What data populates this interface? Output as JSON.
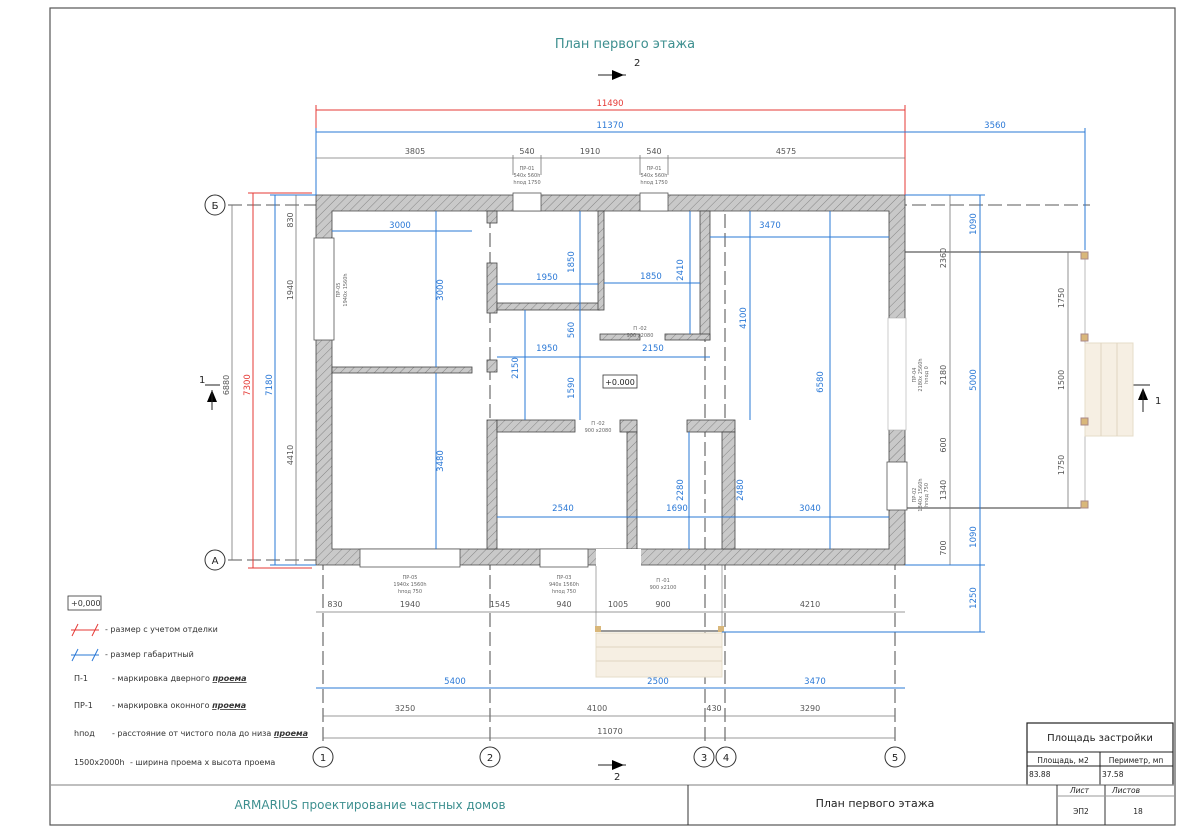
{
  "title": "План первого этажа",
  "section_marks": {
    "top": "2",
    "bottom": "2",
    "left": "1",
    "right": "1"
  },
  "axes": {
    "rows": [
      "Б",
      "А"
    ],
    "cols": [
      "1",
      "2",
      "3",
      "4",
      "5"
    ]
  },
  "dims_top": {
    "finish_total": "11490",
    "overall_total": "11370",
    "segments": [
      "3805",
      "540",
      "1910",
      "540",
      "4575"
    ],
    "porch": "3560"
  },
  "dims_left": {
    "axis_total": "6880",
    "finish_total": "7300",
    "overall_total": "7180",
    "segments": [
      "830",
      "1940",
      "4410"
    ]
  },
  "dims_right": {
    "blue": [
      "1090",
      "5000",
      "1090",
      "1250"
    ],
    "gray": [
      "2360",
      "2180",
      "600",
      "1340",
      "700"
    ],
    "porch": [
      "1750",
      "1500",
      "1750"
    ]
  },
  "dims_bottom": {
    "openings": [
      "830",
      "1940",
      "1545",
      "940",
      "1005",
      "900",
      "4210"
    ],
    "blue": [
      "5400",
      "2500",
      "3470"
    ],
    "axes": [
      "3250",
      "4100",
      "430",
      "3290"
    ],
    "total": "11070"
  },
  "room_dims": [
    "3000",
    "3000",
    "3480",
    "1950",
    "1850",
    "1850",
    "2410",
    "560",
    "1950",
    "2150",
    "2150",
    "1590",
    "4100",
    "6580",
    "3470",
    "2540",
    "1690",
    "2280",
    "2480",
    "3040"
  ],
  "elevation": "+0.000",
  "openings": {
    "pr01_a": [
      "ПР-01",
      "540x 560h",
      "hпод 1750"
    ],
    "pr01_b": [
      "ПР-01",
      "540x 560h",
      "hпод 1750"
    ],
    "pr05_bottom": [
      "ПР-05",
      "1940x 1560h",
      "hпод 750"
    ],
    "pr03": [
      "ПР-03",
      "940x 1560h",
      "hпод 750"
    ],
    "p01": [
      "П -01",
      "900 x2100"
    ],
    "p02_a": [
      "П -02",
      "900 x2080"
    ],
    "p02_b": [
      "П -02",
      "900 x2080"
    ],
    "pr05_left": [
      "ПР-05",
      "1940x 1560h"
    ],
    "pr04": [
      "ПР-04",
      "2180x 2560h",
      "hпод 0"
    ],
    "pr02": [
      "ПР-02",
      "1340x 1560h",
      "hпод 750"
    ]
  },
  "legend": {
    "elevation_sample": "+0,000",
    "items": [
      {
        "key": "",
        "text": "- размер с учетом отделки",
        "color": "#e53935"
      },
      {
        "key": "",
        "text": "- размер габаритный",
        "color": "#2a78d6"
      },
      {
        "key": "П-1",
        "text": "- маркировка дверного ",
        "em": "проема"
      },
      {
        "key": "ПР-1",
        "text": "- маркировка оконного ",
        "em": "проема"
      },
      {
        "key": "hпод",
        "text": "- расстояние от чистого пола до низа ",
        "em": "проема"
      },
      {
        "key": "1500x2000h",
        "text": "- ширина проема x высота проема"
      }
    ]
  },
  "area_table": {
    "title": "Площадь застройки",
    "area_label": "Площадь, м2",
    "perimeter_label": "Периметр, мп",
    "area": "83.88",
    "perimeter": "37.58"
  },
  "title_block": {
    "company": "ARMARIUS проектирование частных домов",
    "sheet_title": "План первого этажа",
    "sheet_label": "Лист",
    "sheets_label": "Листов",
    "sheet": "ЭП2",
    "sheets": "18"
  }
}
